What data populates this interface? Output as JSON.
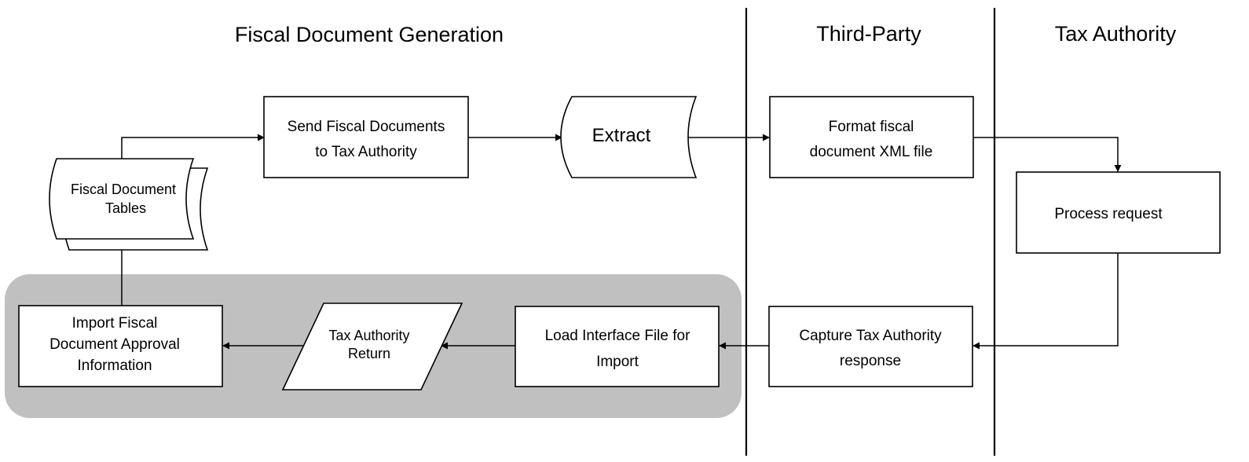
{
  "lanes": {
    "fiscal_generation": "Fiscal Document Generation",
    "third_party": "Third-Party",
    "tax_authority": "Tax Authority"
  },
  "nodes": {
    "send_documents": [
      "Send Fiscal  Documents",
      "to Tax Authority"
    ],
    "extract": "Extract",
    "format_xml": [
      "Format fiscal",
      "document XML file"
    ],
    "process_request": "Process request",
    "capture_response": [
      "Capture Tax Authority",
      "response"
    ],
    "load_interface": [
      "Load Interface File for",
      "Import"
    ],
    "tax_return": [
      "Tax Authority",
      "Return"
    ],
    "import_approval": [
      "Import Fiscal",
      "Document Approval",
      "Information"
    ],
    "document_tables": [
      "Fiscal Document",
      "Tables"
    ]
  },
  "colors": {
    "highlight_region": "#c0c0c0",
    "stroke": "#000000",
    "shape_fill": "#ffffff"
  }
}
